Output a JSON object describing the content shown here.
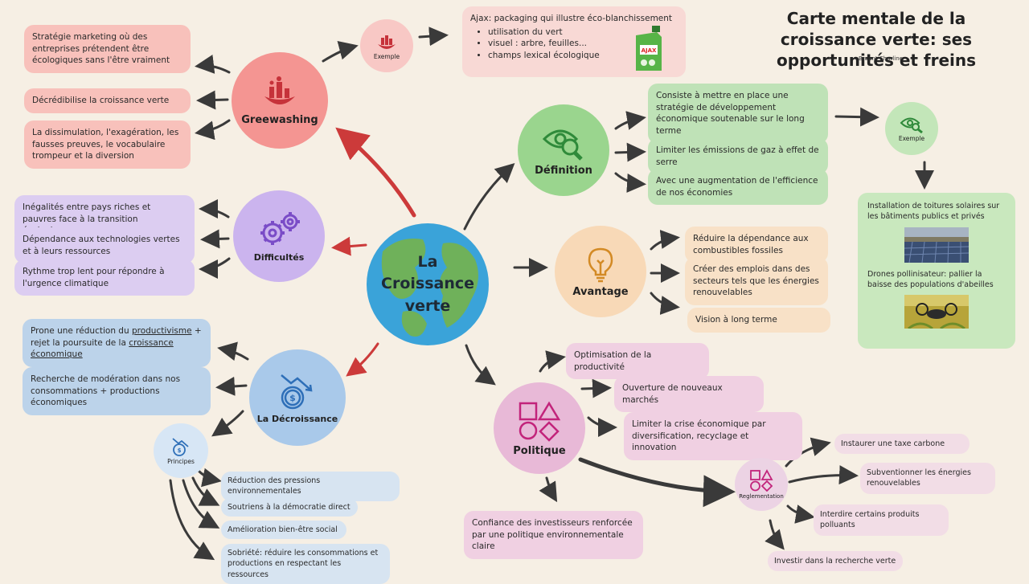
{
  "title": "Carte mentale de la croissance verte: ses opportunités et freins",
  "author": "Bruant Charline",
  "center": {
    "line1": "La",
    "line2": "Croissance",
    "line3": "verte"
  },
  "greenwashing": {
    "label": "Greewashing",
    "b1": "Stratégie marketing où des entreprises prétendent être écologiques sans l'être vraiment",
    "b2": "Décrédibilise la croissance verte",
    "b3": "La dissimulation, l'exagération, les fausses preuves, le vocabulaire trompeur et la diversion",
    "exemple_label": "Exemple",
    "ajax_title": "Ajax: packaging qui illustre éco-blanchissement",
    "ajax_items": [
      "utilisation du vert",
      "visuel : arbre, feuilles...",
      "champs lexical écologique"
    ],
    "bottle_brand": "AJAX"
  },
  "difficultes": {
    "label": "Difficultés",
    "b1": "Inégalités entre pays riches et pauvres face à la transition écologique",
    "b2": "Dépendance aux technologies vertes et à leurs ressources",
    "b3": "Rythme trop lent pour répondre à l'urgence climatique"
  },
  "decroissance": {
    "label": "La Décroissance",
    "b1_pre": "Prone une réduction du ",
    "b1_u1": "productivisme",
    "b1_mid": " + rejet la poursuite de la ",
    "b1_u2": "croissance économique",
    "b2": "Recherche de modération dans nos consommations + productions économiques",
    "principes_label": "Principes",
    "p1": "Réduction des pressions environnementales",
    "p2": "Soutriens à la démocratie direct",
    "p3": "Amélioration bien-être social",
    "p4": "Sobriété: réduire les consommations et productions en respectant les ressources"
  },
  "definition": {
    "label": "Définition",
    "b1": "Consiste à mettre en place une stratégie de développement économique soutenable sur le long terme",
    "b2": "Limiter les émissions de gaz à effet de serre",
    "b3": "Avec une augmentation de l'efficience de nos économies",
    "exemple_label": "Exemple",
    "ex1": "Installation de toitures solaires sur les bâtiments publics et privés",
    "ex2": "Drones pollinisateur: pallier la baisse des populations d'abeilles"
  },
  "avantage": {
    "label": "Avantage",
    "b1": "Réduire la dépendance aux combustibles fossiles",
    "b2": "Créer des emplois dans des secteurs tels que les énergies renouvelables",
    "b3": "Vision à long terme"
  },
  "politique": {
    "label": "Politique",
    "b1": "Optimisation de la productivité",
    "b2": "Ouverture de nouveaux marchés",
    "b3": "Limiter la crise économique par diversification, recyclage et innovation",
    "b4": "Confiance des investisseurs renforcée par une politique environnementale claire",
    "regl_label": "Reglementation",
    "r1": "Instaurer une taxe carbone",
    "r2": "Subventionner les énergies renouvelables",
    "r3": "Interdire certains produits polluants",
    "r4": "Investir dans la recherche verte"
  }
}
